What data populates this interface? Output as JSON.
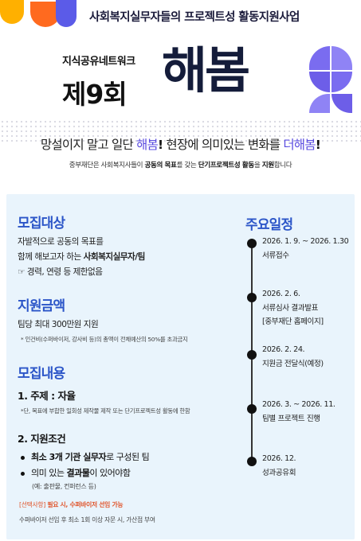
{
  "header": {
    "title": "사회복지실무자들의 프로젝트성 활동지원사업",
    "sub_brand": "지식공유네트워크",
    "edition": "제9회",
    "program_name": "해봄"
  },
  "tagline": {
    "part1": "망설이지 말고 일단 ",
    "highlight1": "해봄",
    "bang1": "!",
    "part2": " 현장에 의미있는 변화를 ",
    "highlight2": "더해봄",
    "bang2": "!"
  },
  "description": {
    "part1": "중부재단은 사회복지사들이 ",
    "bold1": "공동의 목표",
    "part2": "를 갖는 ",
    "bold2": "단기프로젝트성 활동",
    "part3": "을 ",
    "bold3": "지원",
    "part4": "합니다"
  },
  "recruit_target": {
    "title": "모집대상",
    "line1": "자발적으로 공동의 목표를",
    "line2_prefix": "함께 해보고자 하는 ",
    "line2_bold": "사회복지실무자/팀",
    "line3": "☞ 경력, 연령 등 제한없음"
  },
  "support_amount": {
    "title": "지원금액",
    "line1": "팀당 최대 300만원 지원",
    "note": "* 인건비(수퍼바이저, 강사비 등)의 총액이 전체예산의 50%를 초과금지"
  },
  "recruit_content": {
    "title": "모집내용",
    "topic_head": "1. 주제 : 자율",
    "topic_note": "*단, 목표에 부합한 일회성 제작물 제작 또는 단기프로젝트성 활동에 한함",
    "cond_head": "2. 지원조건",
    "bullet1_bold": "최소 3개 기관 실무자",
    "bullet1_rest": "로 구성된 팀",
    "bullet2_prefix": "의미 있는 ",
    "bullet2_bold": "결과물",
    "bullet2_rest": "이 있어야함",
    "bullet2_example": "(예: 출판물, 컨퍼런스 등)",
    "optional_tag": "[선택사항]",
    "optional_bold": " 필요 시, 수퍼바이저 선임 가능",
    "optional_note": "수퍼바이저 선임 후 최소 1회 이상 자문 시, 가산점 부여"
  },
  "schedule": {
    "title": "주요일정",
    "items": [
      {
        "date": "2026. 1. 9. ~ 2026. 1.30",
        "desc": "서류접수",
        "desc2": ""
      },
      {
        "date": "2026. 2. 6.",
        "desc": "서류심사 결과발표",
        "desc2": "[중부재단 홈페이지]"
      },
      {
        "date": "2026. 2. 24.",
        "desc": "지원금 전달식(예정)",
        "desc2": ""
      },
      {
        "date": "2026. 3. ~ 2026. 11.",
        "desc": "팀별 프로젝트 진행",
        "desc2": ""
      },
      {
        "date": "2026. 12.",
        "desc": "성과공유회",
        "desc2": ""
      }
    ]
  },
  "colors": {
    "accent_blue": "#2b55c8",
    "accent_purple": "#5a4ce0",
    "panel_bg": "#e9f4fc",
    "note_red": "#e0542a"
  }
}
